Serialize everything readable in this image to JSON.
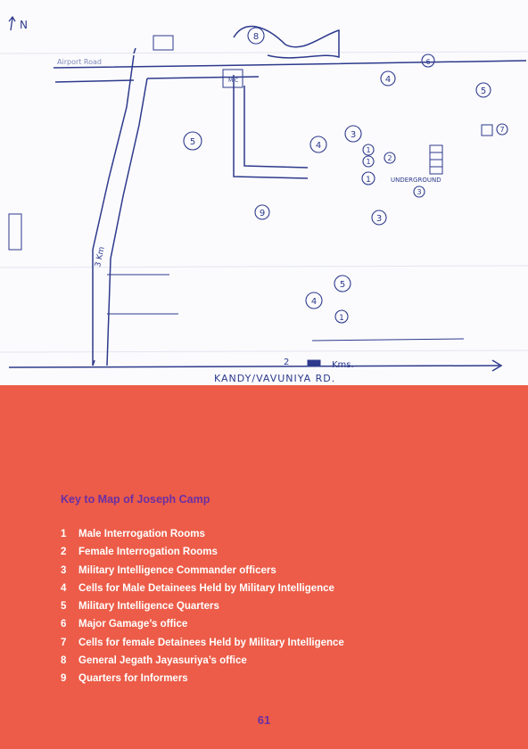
{
  "map": {
    "north_label": "N",
    "labels": {
      "airport_road": "Airport Road",
      "distance_marker": "3 Km",
      "road_distance": "2",
      "road_distance_unit": "Kms.",
      "road_name": "KANDY/VAVUNIYA RD.",
      "underground": "UNDERGROUND",
      "mic": "MIC"
    },
    "markers": [
      "8",
      "4",
      "6",
      "5",
      "1",
      "7",
      "5",
      "4",
      "3",
      "1",
      "2",
      "1",
      "3",
      "9",
      "3",
      "5",
      "4",
      "1"
    ]
  },
  "key": {
    "title": "Key to Map of Joseph Camp",
    "items": [
      {
        "number": "1",
        "label": "Male Interrogation Rooms"
      },
      {
        "number": "2",
        "label": "Female Interrogation Rooms"
      },
      {
        "number": "3",
        "label": "Military Intelligence Commander officers"
      },
      {
        "number": "4",
        "label": "Cells for Male Detainees Held by Military Intelligence"
      },
      {
        "number": "5",
        "label": "Military Intelligence Quarters"
      },
      {
        "number": "6",
        "label": "Major Gamage’s office"
      },
      {
        "number": "7",
        "label": "Cells for female Detainees Held by Military Intelligence"
      },
      {
        "number": "8",
        "label": "General Jegath Jayasuriya’s office"
      },
      {
        "number": "9",
        "label": "Quarters for Informers"
      }
    ]
  },
  "page_number": "61",
  "colors": {
    "background": "#ec5c48",
    "title": "#6a2fa3",
    "text": "#ffffff",
    "ink": "#2d3a8c"
  }
}
